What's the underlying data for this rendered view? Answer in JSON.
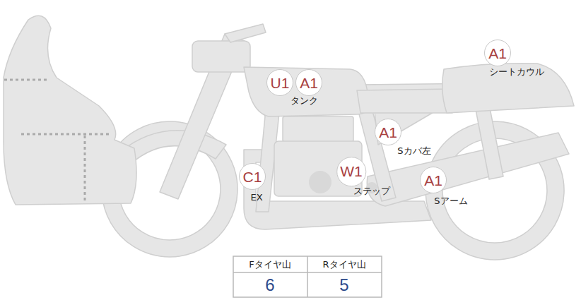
{
  "diagram": {
    "nodes": [
      {
        "text": [
          "A1"
        ]
      },
      {
        "text": [
          "U1"
        ]
      },
      {
        "text": [
          "A1"
        ]
      },
      {
        "text": [
          "A1"
        ]
      },
      {
        "text": [
          "C1"
        ]
      },
      {
        "text": [
          "W1"
        ]
      },
      {
        "text": [
          "A1"
        ]
      }
    ],
    "labels": [
      "シートカウル",
      "タンク",
      "Sカバ左",
      "EX",
      "ステップ",
      "Sアーム",
      "Fタイヤ山",
      "Rタイヤ山",
      "6",
      "5"
    ]
  }
}
